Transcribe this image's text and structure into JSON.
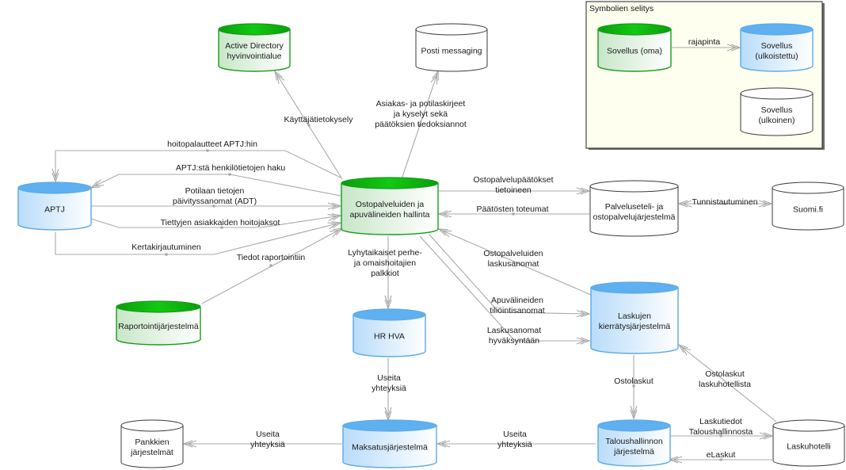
{
  "legend": {
    "title": "Symbolien selitys",
    "own_app": "Sovellus (oma)",
    "interface_label": "rajapinta",
    "outsourced_app": [
      "Sovellus",
      "(ulkoistettu)"
    ],
    "external_app": [
      "Sovellus",
      "(ulkoinen)"
    ]
  },
  "colors": {
    "own_stroke": "#1a9a1a",
    "own_top": "#0fb80f",
    "outsourced_stroke": "#5aa9e6",
    "outsourced_top": "#5fb0f0",
    "external_stroke": "#3a3a3a",
    "legend_bg": "#fffff0",
    "edge": "#a8a8a8"
  },
  "nodes": {
    "active_directory": {
      "lines": [
        "Active Directory",
        "hyvinvointialue"
      ],
      "type": "own"
    },
    "posti": {
      "lines": [
        "Posti messaging"
      ],
      "type": "external"
    },
    "aptj": {
      "lines": [
        "APTJ"
      ],
      "type": "outsourced"
    },
    "ostopalvelu": {
      "lines": [
        "Ostopalveluiden ja",
        "apuvälineiden hallinta"
      ],
      "type": "own"
    },
    "palveluseteli": {
      "lines": [
        "Palveluseteli- ja",
        "ostopalvelujärjestelmä"
      ],
      "type": "external"
    },
    "suomifi": {
      "lines": [
        "Suomi.fi"
      ],
      "type": "external"
    },
    "raportointi": {
      "lines": [
        "Raportointijärjestelmä"
      ],
      "type": "own"
    },
    "hrhva": {
      "lines": [
        "HR HVA"
      ],
      "type": "outsourced"
    },
    "laskujen": {
      "lines": [
        "Laskujen",
        "kierrätysjärjestelmä"
      ],
      "type": "outsourced"
    },
    "pankkien": {
      "lines": [
        "Pankkien",
        "järjestelmät"
      ],
      "type": "external"
    },
    "maksatus": {
      "lines": [
        "Maksatusjärjestelmä"
      ],
      "type": "outsourced"
    },
    "taloushallinto": {
      "lines": [
        "Taloushallinnon",
        "järjestelmä"
      ],
      "type": "outsourced"
    },
    "laskuhotelli": {
      "lines": [
        "Laskuhotelli"
      ],
      "type": "external"
    }
  },
  "edges": {
    "kayttajatieto": {
      "lines": [
        "Käyttäjätietokysely"
      ]
    },
    "asiakaskirjeet": {
      "lines": [
        "Asiakas- ja potilaskirjeet",
        "ja kyselyt sekä",
        "päätöksien tiedoksiannot"
      ]
    },
    "hoitopalautteet": {
      "lines": [
        "hoitopalautteet APTJ:hin"
      ]
    },
    "henkilotieto": {
      "lines": [
        "APTJ:stä henkilötietojen haku"
      ]
    },
    "paivitys": {
      "lines": [
        "Potilaan tietojen",
        "päivityssanomat (ADT)"
      ]
    },
    "hoitojaksot": {
      "lines": [
        "Tiettyjen asiakkaiden hoitojaksot"
      ]
    },
    "kertakirjautuminen": {
      "lines": [
        "Kertakirjautuminen"
      ]
    },
    "raportointiin": {
      "lines": [
        "Tiedot raportointiin"
      ]
    },
    "ostopaatokset": {
      "lines": [
        "Ostopalvelupäätökset",
        "tietoineen"
      ]
    },
    "toteumat": {
      "lines": [
        "Päätösten toteumat"
      ]
    },
    "tunnistautuminen": {
      "lines": [
        "Tunnistautuminen"
      ]
    },
    "palkkiot": {
      "lines": [
        "Lyhytaikaiset perhe-",
        "ja omaishoitajien",
        "palkkiot"
      ]
    },
    "laskusanomat": {
      "lines": [
        "Ostopalveluiden",
        "laskusanomat"
      ]
    },
    "tiliointi": {
      "lines": [
        "Apuvälineiden",
        "tiliöintisanomat"
      ]
    },
    "hyvaksyntaan": {
      "lines": [
        "Laskusanomat",
        "hyväksyntään"
      ]
    },
    "hr_maksatus": {
      "lines": [
        "Useita",
        "yhteyksiä"
      ]
    },
    "maksatus_pankki": {
      "lines": [
        "Useita",
        "yhteyksiä"
      ]
    },
    "talous_maksatus": {
      "lines": [
        "Useita",
        "yhteyksiä"
      ]
    },
    "ostolaskut": {
      "lines": [
        "Ostolaskut"
      ]
    },
    "laskuhotellista": {
      "lines": [
        "Ostolaskut",
        "laskuhotellista"
      ]
    },
    "laskutiedot": {
      "lines": [
        "Laskutiedot",
        "Taloushallinnosta"
      ]
    },
    "elaskut": {
      "lines": [
        "eLaskut"
      ]
    }
  }
}
